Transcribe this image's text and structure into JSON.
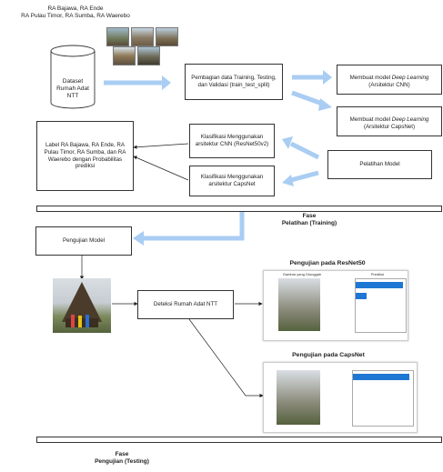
{
  "datasets_title": {
    "line1": "RA Bajawa, RA Ende",
    "line2": "RA Pulau Timor, RA Sumba, RA Waerebo"
  },
  "nodes": {
    "dataset": "Dataset Rumah Adat NTT",
    "split": "Pembagian data Training, Testing, dan Validasi (train_test_split)",
    "model_cnn_1": "Membuat model",
    "model_cnn_em": "Deep Learning",
    "model_cnn_2": "(Arsitektur CNN)",
    "model_caps_1": "Membuat model",
    "model_caps_em": "Deep Learning",
    "model_caps_2": "(Arsitektur CapsNet)",
    "training": "Pelatihan Model",
    "classify_cnn": "Klasifikasi Menggunakan arsitektur CNN (ResNet50v2)",
    "classify_caps": "Klasifikasi Menggunakan arsitektur CapsNet",
    "label": "Label RA Bajawa, RA Ende, RA Pulau Timor, RA Sumba, dan RA Waerebo dengan Probabilitas prediksi",
    "testing_model": "Pengujian Model",
    "detect": "Deteksi Rumah Adat NTT"
  },
  "phases": {
    "training_1": "Fase",
    "training_2": "Pelatihan (Training)",
    "testing_1": "Fase",
    "testing_2": "Pengujian (Testing)"
  },
  "results": {
    "resnet_title": "Pengujian pada ResNet50",
    "capsnet_title": "Pengujian pada CapsNet",
    "resnet_panel_image_title": "Gambar yang Diunggah",
    "resnet_panel_pred_title": "Prediksi"
  },
  "colors": {
    "arrow_blue": "#a9cdf3",
    "bar_blue": "#1f77d4"
  }
}
